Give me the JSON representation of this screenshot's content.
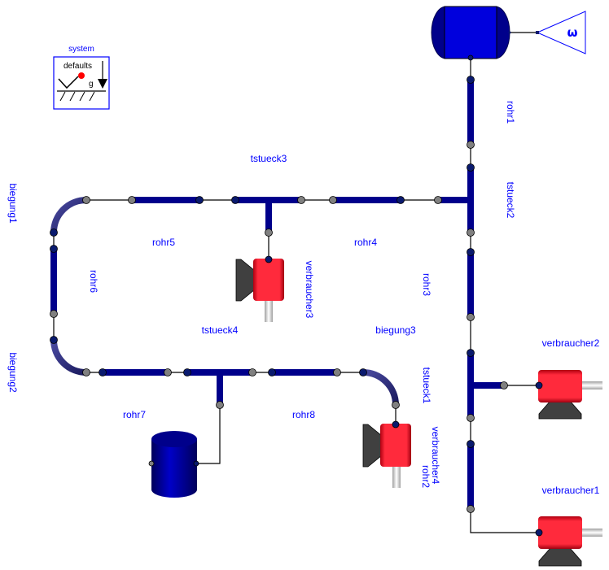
{
  "diagram": {
    "type": "modelica-piping-diagram",
    "colors": {
      "pipe": "#00008b",
      "port_a": "#0a1a6e",
      "port_b": "#808080",
      "consumer_body": "#ff2a3c",
      "consumer_base": "#404040",
      "label": "#0000ff",
      "wire": "#000000"
    },
    "system": {
      "label": "system",
      "text": "defaults",
      "g_label": "g"
    },
    "source": {
      "signal_symbol": "ω"
    },
    "labels": {
      "rohr1": "rohr1",
      "rohr2": "rohr2",
      "rohr3": "rohr3",
      "rohr4": "rohr4",
      "rohr5": "rohr5",
      "rohr6": "rohr6",
      "rohr7": "rohr7",
      "rohr8": "rohr8",
      "tstueck1": "tstueck1",
      "tstueck2": "tstueck2",
      "tstueck3": "tstueck3",
      "tstueck4": "tstueck4",
      "biegung1": "biegung1",
      "biegung2": "biegung2",
      "biegung3": "biegung3",
      "verbraucher1": "verbraucher1",
      "verbraucher2": "verbraucher2",
      "verbraucher3": "verbraucher3",
      "verbraucher4": "verbraucher4"
    }
  }
}
